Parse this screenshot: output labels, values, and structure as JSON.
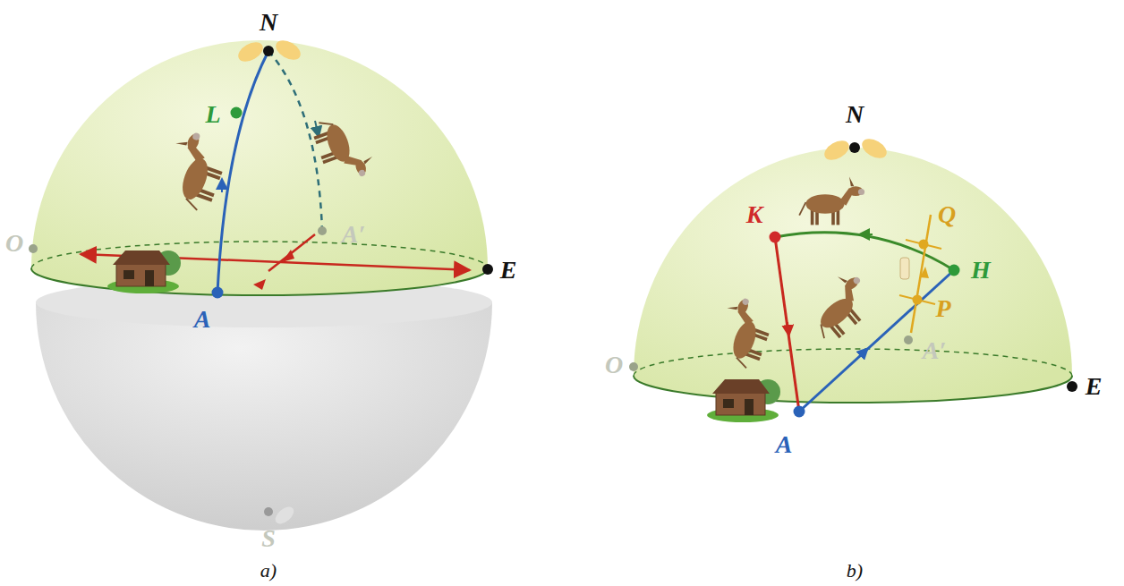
{
  "diagram": {
    "labels": [
      "N",
      "L",
      "A′",
      "O",
      "E",
      "A",
      "S",
      "a)",
      "N",
      "K",
      "Q",
      "H",
      "P",
      "A′",
      "O",
      "E",
      "A",
      "b)"
    ]
  }
}
